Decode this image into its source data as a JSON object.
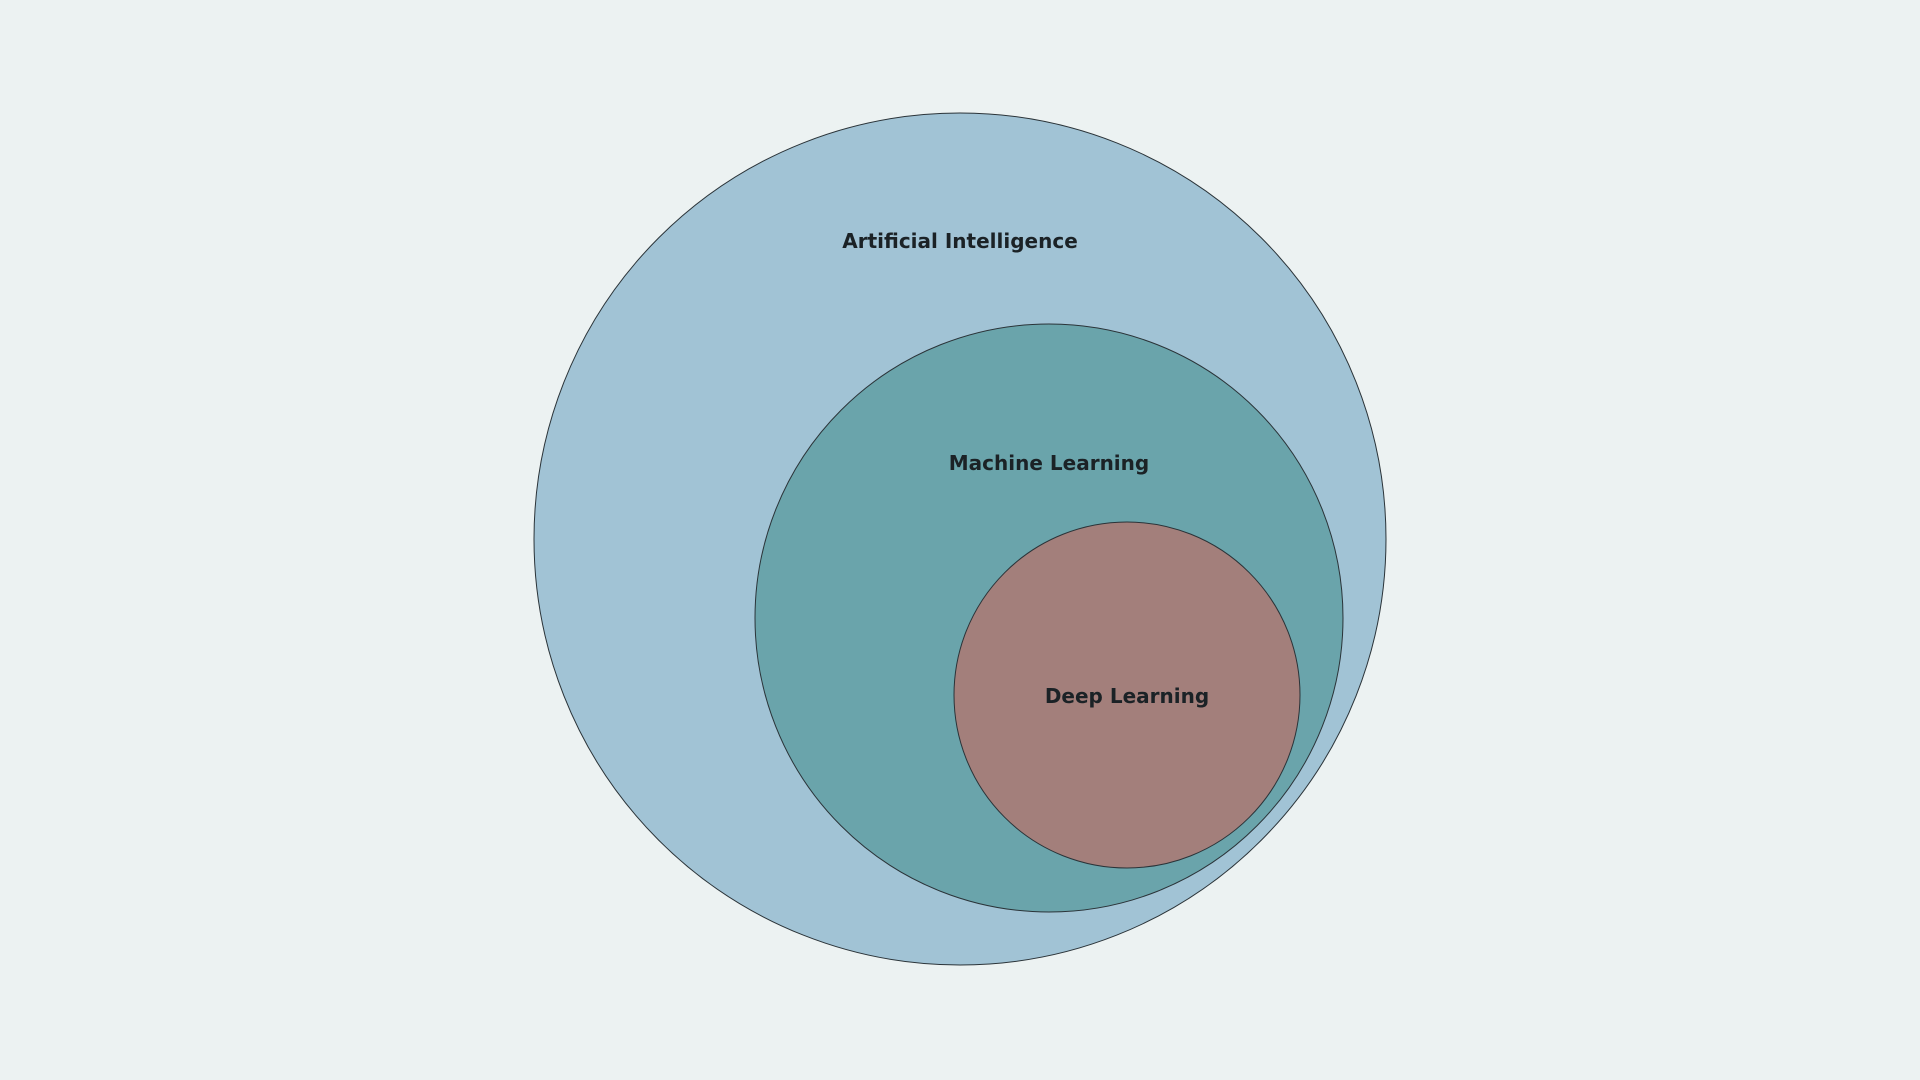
{
  "diagram": {
    "type": "nested-venn",
    "sets": [
      {
        "id": "ai",
        "label": "Artificial Intelligence",
        "color": "#a1c3d5"
      },
      {
        "id": "ml",
        "label": "Machine Learning",
        "color": "#6aa4ab"
      },
      {
        "id": "dl",
        "label": "Deep Learning",
        "color": "#a37f7b"
      }
    ],
    "stroke_color": "#2a3338"
  }
}
